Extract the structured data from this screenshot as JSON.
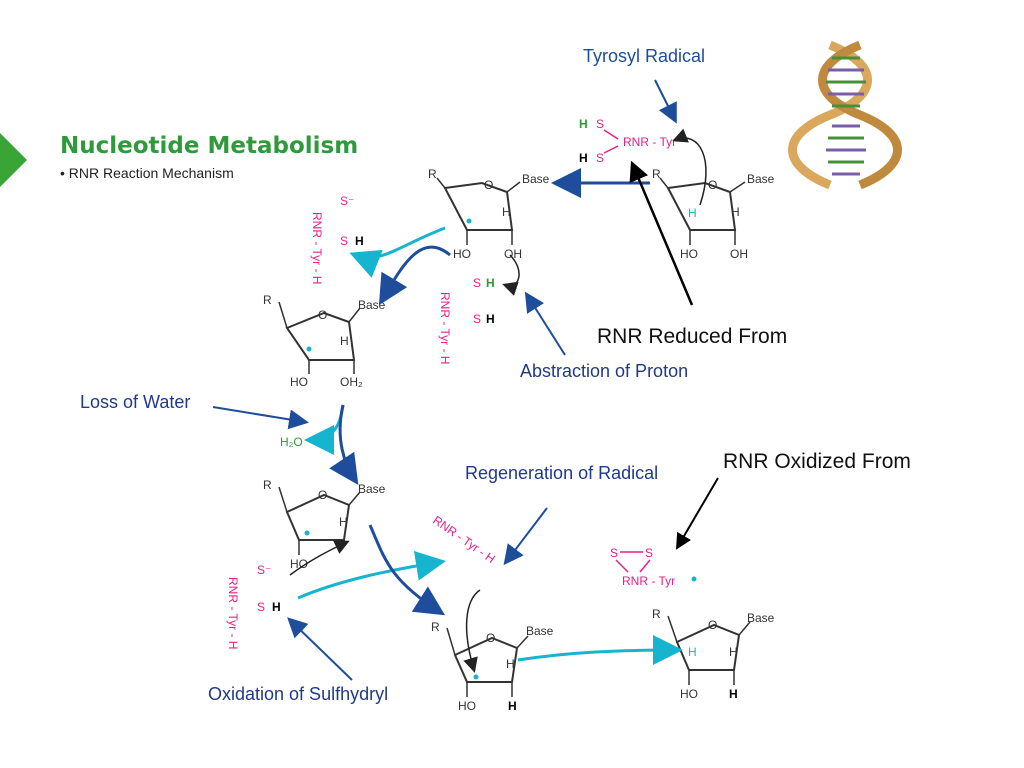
{
  "slide": {
    "title": "Nucleotide Metabolism",
    "bullet": "• RNR Reaction Mechanism"
  },
  "annotations": {
    "tyrosyl_radical": "Tyrosyl Radical",
    "rnr_reduced": "RNR Reduced From",
    "abstraction": "Abstraction of Proton",
    "loss_of_water": "Loss of Water",
    "regeneration": "Regeneration of Radical",
    "rnr_oxidized": "RNR Oxidized From",
    "oxidation": "Oxidation of Sulfhydryl"
  },
  "chem": {
    "R": "R",
    "O": "O",
    "H": "H",
    "base": "Base",
    "HO": "HO",
    "OH": "OH",
    "OH2": "OH₂",
    "H2O": "H₂O",
    "rnr_tyr": "RNR - Tyr",
    "rnr_tyr_h": "RNR - Tyr - H",
    "S": "S",
    "S_minus": "S⁻"
  },
  "colors": {
    "green": "#2f9a3b",
    "magenta": "#e6208a",
    "cyan": "#17b4cf",
    "blue": "#1e4d9b",
    "dna_gold": "#d9a85c"
  }
}
